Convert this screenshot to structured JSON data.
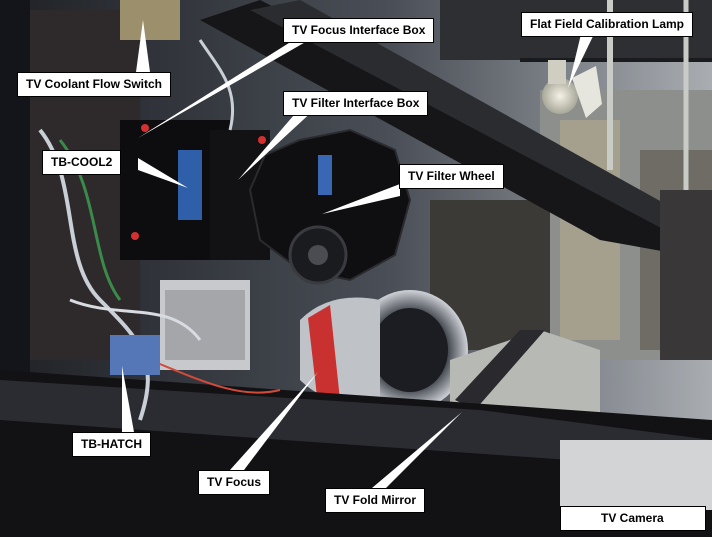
{
  "labels": {
    "tv_coolant_flow_switch": "TV Coolant Flow Switch",
    "tv_focus_interface_box": "TV Focus Interface Box",
    "flat_field_calibration_lamp": "Flat Field Calibration Lamp",
    "tv_filter_interface_box": "TV Filter Interface Box",
    "tb_cool2": "TB-COOL2",
    "tv_filter_wheel": "TV Filter Wheel",
    "tb_hatch": "TB-HATCH",
    "tv_focus": "TV Focus",
    "tv_fold_mirror": "TV Fold Mirror",
    "tv_camera": "TV Camera"
  },
  "colors": {
    "label_background": "#ffffff",
    "label_text": "#000000",
    "leader_line": "#ffffff"
  }
}
